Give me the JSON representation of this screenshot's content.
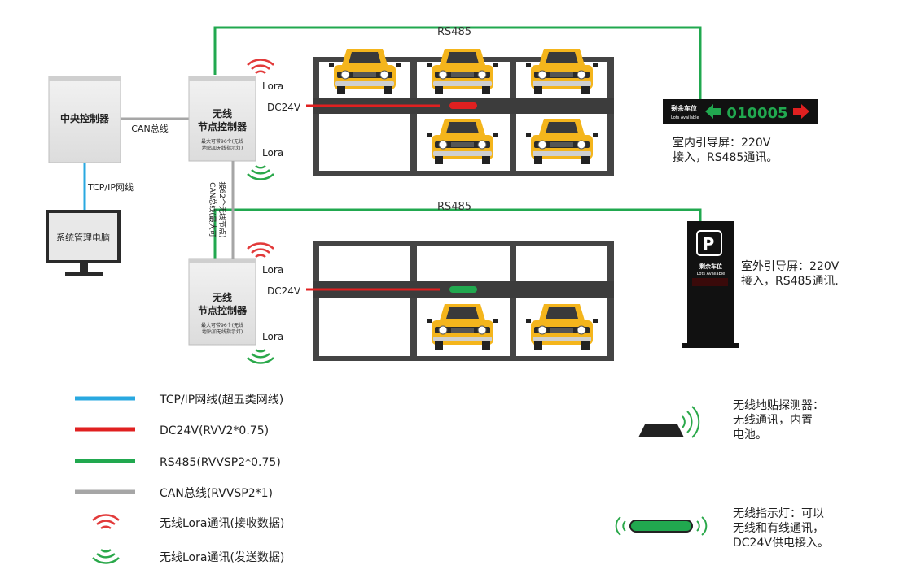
{
  "diagram": {
    "rs485_top": "RS485",
    "rs485_bottom": "RS485",
    "central_controller": "中央控制器",
    "can_bus": "CAN总线",
    "tcpip": "TCP/IP网线",
    "system_pc": "系统管理电脑",
    "node1": {
      "title1": "无线",
      "title2": "节点控制器",
      "note1": "最大可带96个(无线",
      "note2": "地贴加无线指示灯)"
    },
    "node2": {
      "title1": "无线",
      "title2": "节点控制器",
      "note1": "最大可带96个(无线",
      "note2": "地贴加无线指示灯)"
    },
    "lora": "Lora",
    "dc24v": "DC24V",
    "can_vertical1": "CAN总线(最大可",
    "can_vertical2": "接62个无线节点)",
    "indoor_screen": {
      "label": "剩余车位",
      "sub": "Lots Available",
      "digits": "010005",
      "caption1": "室内引导屏：220V",
      "caption2": "接入，RS485通讯。"
    },
    "outdoor_screen": {
      "label": "剩余车位",
      "sub": "Lots Available",
      "caption1": "室外引导屏：220V",
      "caption2": "接入，RS485通讯."
    },
    "legend": {
      "tcpip": "TCP/IP网线(超五类网线)",
      "dc24v": "DC24V(RVV2*0.75)",
      "rs485": "RS485(RVVSP2*0.75)",
      "can": "CAN总线(RVVSP2*1)",
      "lora_recv": "无线Lora通讯(接收数据)",
      "lora_send": "无线Lora通讯(发送数据)"
    },
    "detector": {
      "line1": "无线地贴探测器：",
      "line2": "无线通讯，内置",
      "line3": "电池。"
    },
    "indicator": {
      "line1": "无线指示灯：可以",
      "line2": "无线和有线通讯，",
      "line3": "DC24V供电接入。"
    },
    "colors": {
      "tcpip": "#29a8e0",
      "dc24v": "#e02020",
      "rs485": "#21a84f",
      "can": "#a6a6a6",
      "car": "#f4b51c"
    }
  }
}
